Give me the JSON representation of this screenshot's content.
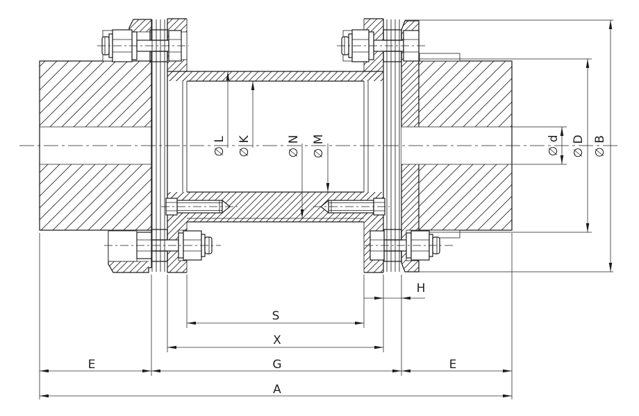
{
  "drawing": {
    "colors": {
      "background": "#ffffff",
      "line": "#1b1b1b",
      "dimension": "#2b2b2b"
    },
    "labels": {
      "phi_l": "∅ L",
      "phi_k": "∅ K",
      "phi_n": "∅ N",
      "phi_m": "∅ M",
      "phi_d_small": "∅ d",
      "phi_d_big": "∅ D",
      "phi_b": "∅ B",
      "h": "H",
      "s": "S",
      "x": "X",
      "g": "G",
      "e_left": "E",
      "e_right": "E",
      "a": "A"
    }
  }
}
